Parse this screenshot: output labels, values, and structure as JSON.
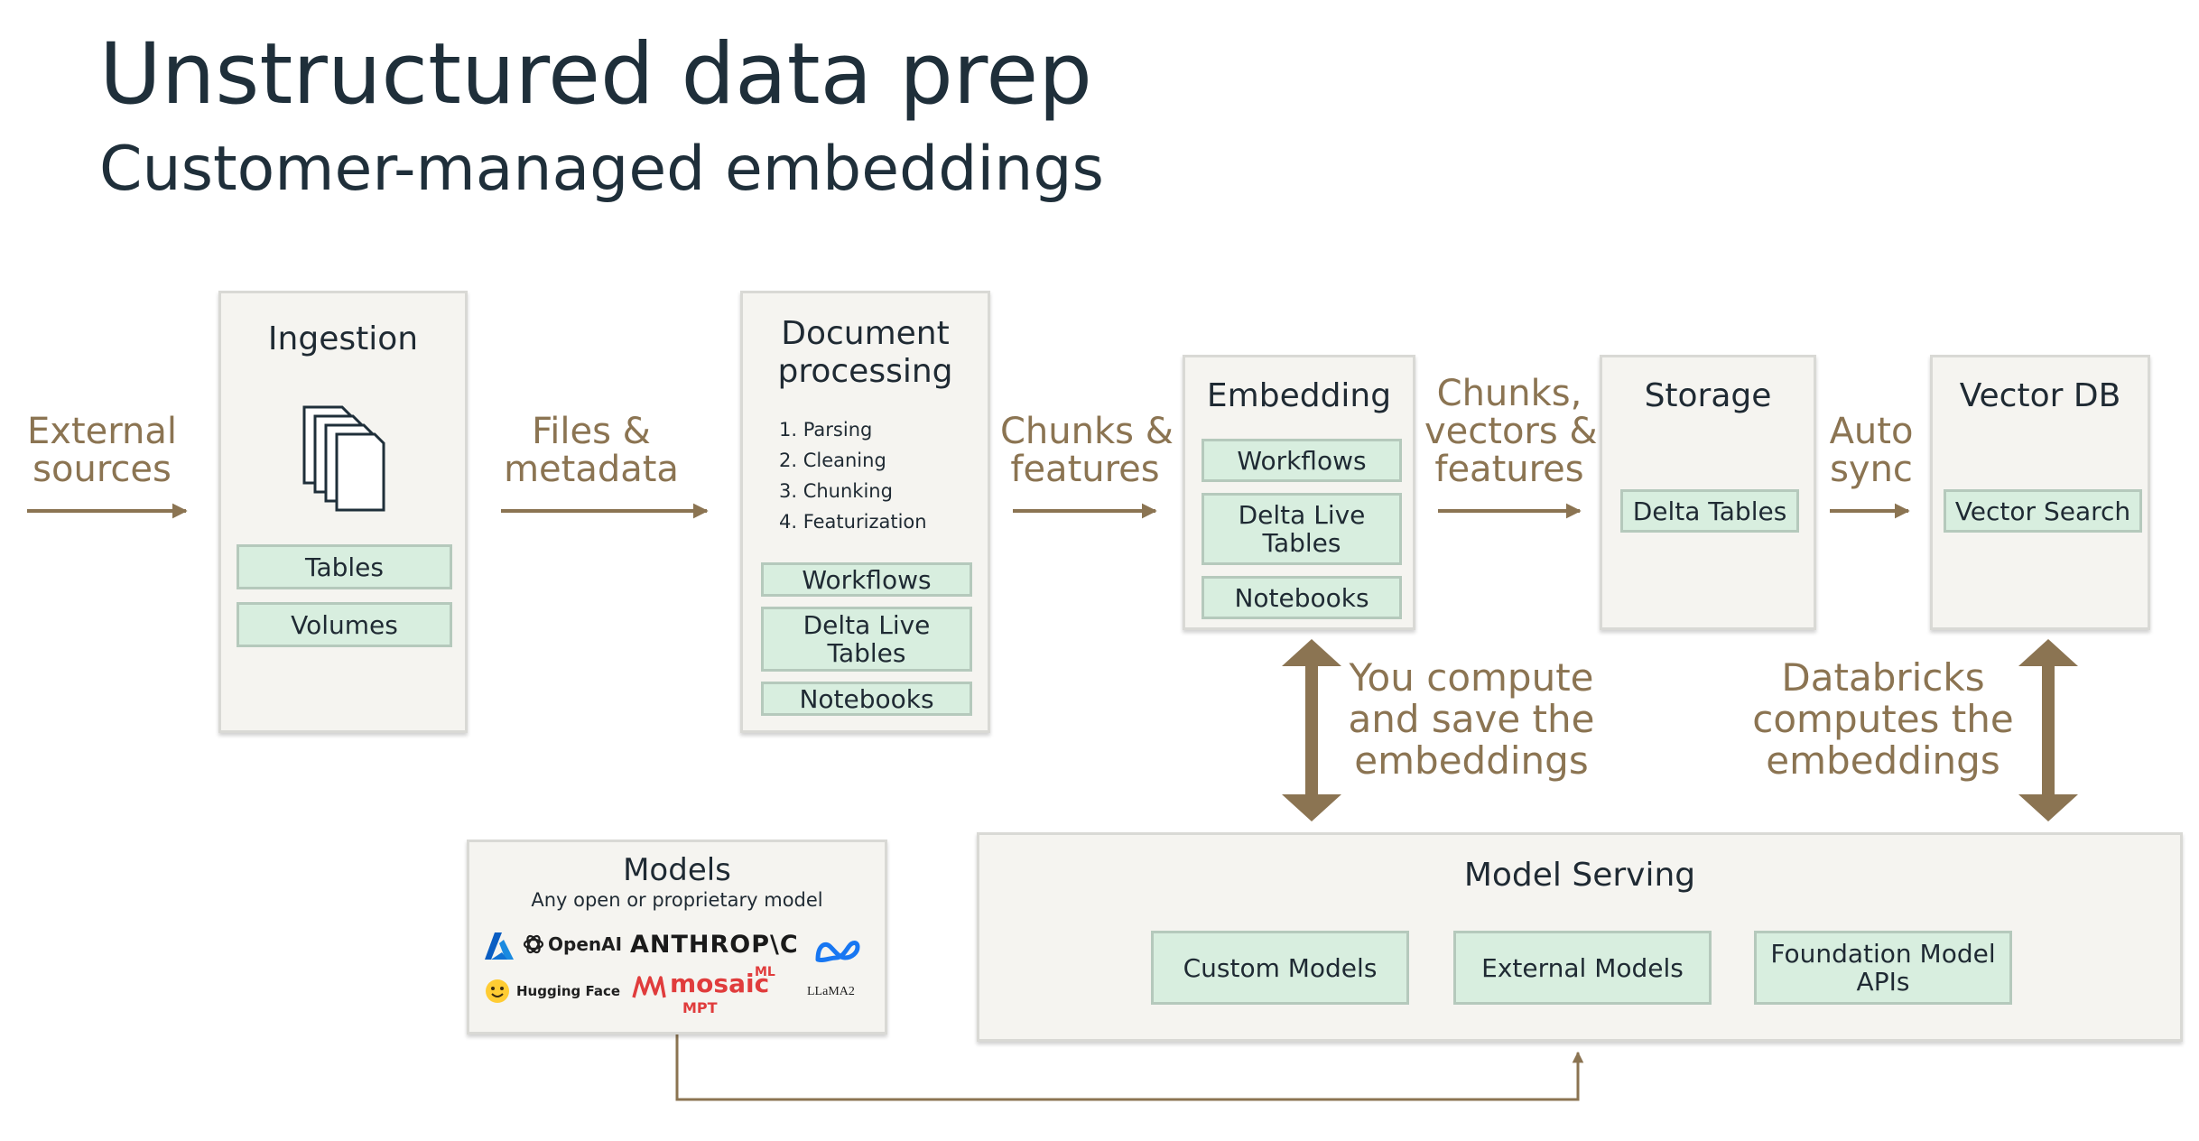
{
  "header": {
    "title": "Unstructured data prep",
    "subtitle": "Customer-managed embeddings"
  },
  "flow_labels": {
    "external_sources": [
      "External",
      "sources"
    ],
    "files_metadata": [
      "Files &",
      "metadata"
    ],
    "chunks_features": [
      "Chunks &",
      "features"
    ],
    "chunks_vectors_features": [
      "Chunks,",
      "vectors &",
      "features"
    ],
    "auto_sync": [
      "Auto",
      "sync"
    ]
  },
  "ingestion": {
    "title": "Ingestion",
    "chips": [
      "Tables",
      "Volumes"
    ]
  },
  "document_processing": {
    "title": [
      "Document",
      "processing"
    ],
    "steps": [
      "1. Parsing",
      "2. Cleaning",
      "3. Chunking",
      "4. Featurization"
    ],
    "chips": [
      "Workflows",
      "Delta Live Tables",
      "Notebooks"
    ]
  },
  "embedding": {
    "title": "Embedding",
    "chips": [
      "Workflows",
      "Delta Live Tables",
      "Notebooks"
    ]
  },
  "storage": {
    "title": "Storage",
    "chips": [
      "Delta Tables"
    ]
  },
  "vector_db": {
    "title": "Vector DB",
    "chips": [
      "Vector Search"
    ]
  },
  "notes": {
    "you_compute": [
      "You compute",
      "and save the",
      "embeddings"
    ],
    "databricks_computes": [
      "Databricks",
      "computes the",
      "embeddings"
    ]
  },
  "models": {
    "title": "Models",
    "subtitle": "Any open or proprietary model",
    "logos": {
      "openai": "OpenAI",
      "anthropic": "ANTHROP\\C",
      "hugging_face": "Hugging Face",
      "mosaic": "mosaic",
      "mosaic_sup": "ML",
      "mpt": "MPT",
      "llama": "LLaMA2"
    }
  },
  "model_serving": {
    "title": "Model Serving",
    "chips": [
      "Custom Models",
      "External Models",
      "Foundation Model APIs"
    ]
  },
  "colors": {
    "accent": "#8b7452",
    "box_bg": "#f5f4f0",
    "chip_bg": "#d8eedf",
    "chip_border": "#b5c9bc",
    "text": "#1f2a33"
  }
}
